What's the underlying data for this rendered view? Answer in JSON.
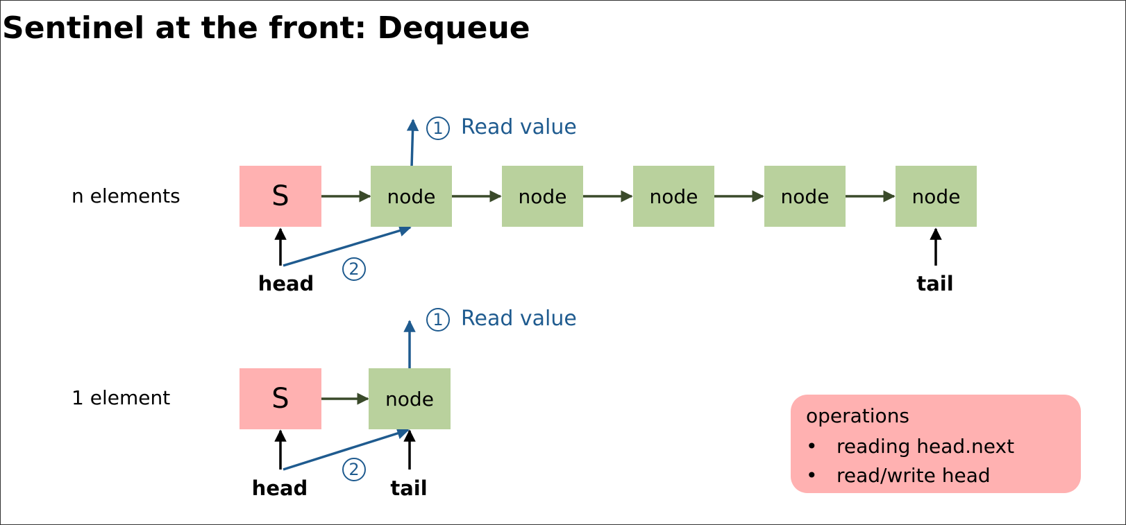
{
  "title": "Sentinel at the front: Dequeue",
  "colors": {
    "sentinel_fill": "#ffb1b1",
    "node_fill": "#b9d19d",
    "step_blue": "#1f5b8f",
    "list_arrow": "#3a4a2a",
    "pointer_arrow": "#000000"
  },
  "rows": [
    {
      "label": "n elements",
      "sentinel": "S",
      "nodes": [
        "node",
        "node",
        "node",
        "node",
        "node"
      ],
      "head_label": "head",
      "tail_label": "tail",
      "step1_number": "1",
      "step1_text": "Read value",
      "step2_number": "2"
    },
    {
      "label": "1 element",
      "sentinel": "S",
      "nodes": [
        "node"
      ],
      "head_label": "head",
      "tail_label": "tail",
      "step1_number": "1",
      "step1_text": "Read value",
      "step2_number": "2"
    }
  ],
  "operations": {
    "title": "operations",
    "items": [
      "reading head.next",
      "read/write head"
    ]
  }
}
